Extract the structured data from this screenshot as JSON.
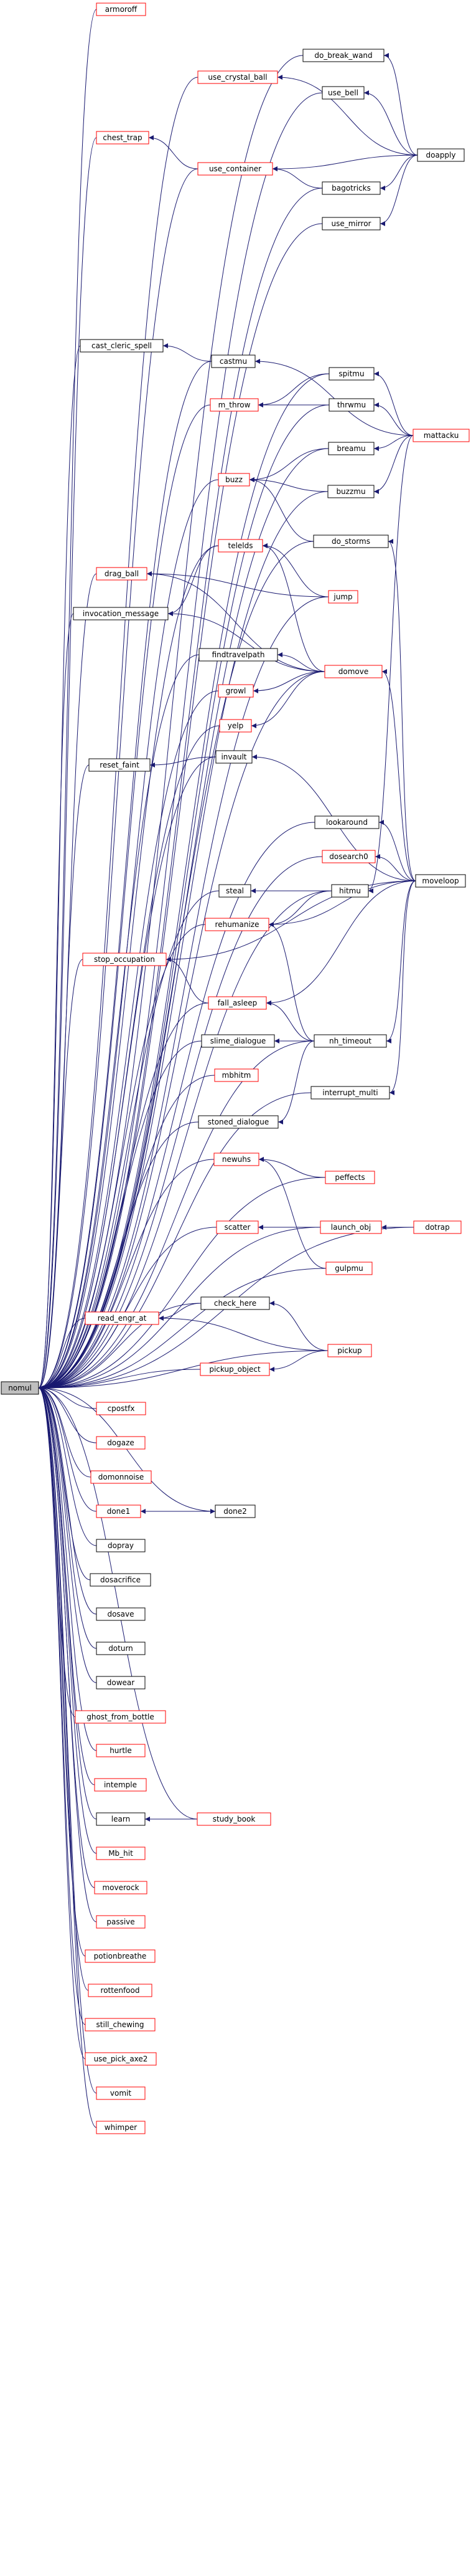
{
  "graph": {
    "root": "nomul",
    "colors": {
      "edge": "#191970",
      "black_node": "#000000",
      "red_node": "#ff0000",
      "root_fill": "#bfbfbf"
    },
    "nodes": [
      {
        "id": "nomul",
        "label": "nomul",
        "color": "black"
      },
      {
        "id": "armoroff",
        "label": "armoroff",
        "color": "red"
      },
      {
        "id": "do_break_wand",
        "label": "do_break_wand",
        "color": "black"
      },
      {
        "id": "use_bell",
        "label": "use_bell",
        "color": "black"
      },
      {
        "id": "use_crystal_ball",
        "label": "use_crystal_ball",
        "color": "red"
      },
      {
        "id": "doapply",
        "label": "doapply",
        "color": "black"
      },
      {
        "id": "chest_trap",
        "label": "chest_trap",
        "color": "red"
      },
      {
        "id": "use_container",
        "label": "use_container",
        "color": "red"
      },
      {
        "id": "bagotricks",
        "label": "bagotricks",
        "color": "black"
      },
      {
        "id": "use_mirror",
        "label": "use_mirror",
        "color": "black"
      },
      {
        "id": "cast_cleric_spell",
        "label": "cast_cleric_spell",
        "color": "black"
      },
      {
        "id": "castmu",
        "label": "castmu",
        "color": "black"
      },
      {
        "id": "spitmu",
        "label": "spitmu",
        "color": "black"
      },
      {
        "id": "m_throw",
        "label": "m_throw",
        "color": "red"
      },
      {
        "id": "thrwmu",
        "label": "thrwmu",
        "color": "black"
      },
      {
        "id": "mattacku",
        "label": "mattacku",
        "color": "red"
      },
      {
        "id": "breamu",
        "label": "breamu",
        "color": "black"
      },
      {
        "id": "buzz",
        "label": "buzz",
        "color": "red"
      },
      {
        "id": "buzzmu",
        "label": "buzzmu",
        "color": "black"
      },
      {
        "id": "do_storms",
        "label": "do_storms",
        "color": "black"
      },
      {
        "id": "drag_ball",
        "label": "drag_ball",
        "color": "red"
      },
      {
        "id": "telelds",
        "label": "telelds",
        "color": "red"
      },
      {
        "id": "jump",
        "label": "jump",
        "color": "red"
      },
      {
        "id": "invocation_message",
        "label": "invocation_message",
        "color": "black"
      },
      {
        "id": "findtravelpath",
        "label": "findtravelpath",
        "color": "black"
      },
      {
        "id": "domove",
        "label": "domove",
        "color": "red"
      },
      {
        "id": "growl",
        "label": "growl",
        "color": "red"
      },
      {
        "id": "yelp",
        "label": "yelp",
        "color": "red"
      },
      {
        "id": "reset_faint",
        "label": "reset_faint",
        "color": "black"
      },
      {
        "id": "invault",
        "label": "invault",
        "color": "black"
      },
      {
        "id": "lookaround",
        "label": "lookaround",
        "color": "black"
      },
      {
        "id": "dosearch0",
        "label": "dosearch0",
        "color": "red"
      },
      {
        "id": "steal",
        "label": "steal",
        "color": "black"
      },
      {
        "id": "hitmu",
        "label": "hitmu",
        "color": "black"
      },
      {
        "id": "moveloop",
        "label": "moveloop",
        "color": "black"
      },
      {
        "id": "rehumanize",
        "label": "rehumanize",
        "color": "red"
      },
      {
        "id": "stop_occupation",
        "label": "stop_occupation",
        "color": "red"
      },
      {
        "id": "fall_asleep",
        "label": "fall_asleep",
        "color": "red"
      },
      {
        "id": "slime_dialogue",
        "label": "slime_dialogue",
        "color": "black"
      },
      {
        "id": "nh_timeout",
        "label": "nh_timeout",
        "color": "black"
      },
      {
        "id": "mbhitm",
        "label": "mbhitm",
        "color": "red"
      },
      {
        "id": "interrupt_multi",
        "label": "interrupt_multi",
        "color": "black"
      },
      {
        "id": "stoned_dialogue",
        "label": "stoned_dialogue",
        "color": "black"
      },
      {
        "id": "newuhs",
        "label": "newuhs",
        "color": "red"
      },
      {
        "id": "peffects",
        "label": "peffects",
        "color": "red"
      },
      {
        "id": "scatter",
        "label": "scatter",
        "color": "red"
      },
      {
        "id": "launch_obj",
        "label": "launch_obj",
        "color": "red"
      },
      {
        "id": "dotrap",
        "label": "dotrap",
        "color": "red"
      },
      {
        "id": "gulpmu",
        "label": "gulpmu",
        "color": "red"
      },
      {
        "id": "check_here",
        "label": "check_here",
        "color": "black"
      },
      {
        "id": "read_engr_at",
        "label": "read_engr_at",
        "color": "red"
      },
      {
        "id": "pickup",
        "label": "pickup",
        "color": "red"
      },
      {
        "id": "pickup_object",
        "label": "pickup_object",
        "color": "red"
      },
      {
        "id": "cpostfx",
        "label": "cpostfx",
        "color": "red"
      },
      {
        "id": "dogaze",
        "label": "dogaze",
        "color": "red"
      },
      {
        "id": "domonnoise",
        "label": "domonnoise",
        "color": "red"
      },
      {
        "id": "done1",
        "label": "done1",
        "color": "red"
      },
      {
        "id": "done2",
        "label": "done2",
        "color": "black"
      },
      {
        "id": "dopray",
        "label": "dopray",
        "color": "black"
      },
      {
        "id": "dosacrifice",
        "label": "dosacrifice",
        "color": "black"
      },
      {
        "id": "dosave",
        "label": "dosave",
        "color": "black"
      },
      {
        "id": "doturn",
        "label": "doturn",
        "color": "black"
      },
      {
        "id": "dowear",
        "label": "dowear",
        "color": "black"
      },
      {
        "id": "ghost_from_bottle",
        "label": "ghost_from_bottle",
        "color": "red"
      },
      {
        "id": "hurtle",
        "label": "hurtle",
        "color": "red"
      },
      {
        "id": "intemple",
        "label": "intemple",
        "color": "red"
      },
      {
        "id": "learn",
        "label": "learn",
        "color": "black"
      },
      {
        "id": "study_book",
        "label": "study_book",
        "color": "red"
      },
      {
        "id": "Mb_hit",
        "label": "Mb_hit",
        "color": "red"
      },
      {
        "id": "moverock",
        "label": "moverock",
        "color": "red"
      },
      {
        "id": "passive",
        "label": "passive",
        "color": "red"
      },
      {
        "id": "potionbreathe",
        "label": "potionbreathe",
        "color": "red"
      },
      {
        "id": "rottenfood",
        "label": "rottenfood",
        "color": "red"
      },
      {
        "id": "still_chewing",
        "label": "still_chewing",
        "color": "red"
      },
      {
        "id": "use_pick_axe2",
        "label": "use_pick_axe2",
        "color": "red"
      },
      {
        "id": "vomit",
        "label": "vomit",
        "color": "red"
      },
      {
        "id": "whimper",
        "label": "whimper",
        "color": "red"
      }
    ],
    "edges": [
      [
        "armoroff",
        "nomul"
      ],
      [
        "do_break_wand",
        "nomul"
      ],
      [
        "use_bell",
        "nomul"
      ],
      [
        "use_crystal_ball",
        "nomul"
      ],
      [
        "chest_trap",
        "nomul"
      ],
      [
        "use_container",
        "nomul"
      ],
      [
        "bagotricks",
        "nomul"
      ],
      [
        "use_mirror",
        "nomul"
      ],
      [
        "cast_cleric_spell",
        "nomul"
      ],
      [
        "castmu",
        "nomul"
      ],
      [
        "spitmu",
        "nomul"
      ],
      [
        "m_throw",
        "nomul"
      ],
      [
        "thrwmu",
        "nomul"
      ],
      [
        "breamu",
        "nomul"
      ],
      [
        "buzz",
        "nomul"
      ],
      [
        "buzzmu",
        "nomul"
      ],
      [
        "do_storms",
        "nomul"
      ],
      [
        "drag_ball",
        "nomul"
      ],
      [
        "telelds",
        "nomul"
      ],
      [
        "jump",
        "nomul"
      ],
      [
        "invocation_message",
        "nomul"
      ],
      [
        "findtravelpath",
        "nomul"
      ],
      [
        "domove",
        "nomul"
      ],
      [
        "growl",
        "nomul"
      ],
      [
        "yelp",
        "nomul"
      ],
      [
        "reset_faint",
        "nomul"
      ],
      [
        "invault",
        "nomul"
      ],
      [
        "lookaround",
        "nomul"
      ],
      [
        "dosearch0",
        "nomul"
      ],
      [
        "steal",
        "nomul"
      ],
      [
        "hitmu",
        "nomul"
      ],
      [
        "rehumanize",
        "nomul"
      ],
      [
        "stop_occupation",
        "nomul"
      ],
      [
        "fall_asleep",
        "nomul"
      ],
      [
        "slime_dialogue",
        "nomul"
      ],
      [
        "nh_timeout",
        "nomul"
      ],
      [
        "mbhitm",
        "nomul"
      ],
      [
        "interrupt_multi",
        "nomul"
      ],
      [
        "stoned_dialogue",
        "nomul"
      ],
      [
        "newuhs",
        "nomul"
      ],
      [
        "peffects",
        "nomul"
      ],
      [
        "scatter",
        "nomul"
      ],
      [
        "launch_obj",
        "nomul"
      ],
      [
        "gulpmu",
        "nomul"
      ],
      [
        "dotrap",
        "nomul"
      ],
      [
        "check_here",
        "nomul"
      ],
      [
        "read_engr_at",
        "nomul"
      ],
      [
        "pickup",
        "nomul"
      ],
      [
        "pickup_object",
        "nomul"
      ],
      [
        "cpostfx",
        "nomul"
      ],
      [
        "dogaze",
        "nomul"
      ],
      [
        "domonnoise",
        "nomul"
      ],
      [
        "done1",
        "nomul"
      ],
      [
        "done2",
        "nomul"
      ],
      [
        "dopray",
        "nomul"
      ],
      [
        "dosacrifice",
        "nomul"
      ],
      [
        "dosave",
        "nomul"
      ],
      [
        "doturn",
        "nomul"
      ],
      [
        "dowear",
        "nomul"
      ],
      [
        "ghost_from_bottle",
        "nomul"
      ],
      [
        "hurtle",
        "nomul"
      ],
      [
        "intemple",
        "nomul"
      ],
      [
        "learn",
        "nomul"
      ],
      [
        "study_book",
        "nomul"
      ],
      [
        "Mb_hit",
        "nomul"
      ],
      [
        "moverock",
        "nomul"
      ],
      [
        "passive",
        "nomul"
      ],
      [
        "potionbreathe",
        "nomul"
      ],
      [
        "rottenfood",
        "nomul"
      ],
      [
        "still_chewing",
        "nomul"
      ],
      [
        "use_pick_axe2",
        "nomul"
      ],
      [
        "vomit",
        "nomul"
      ],
      [
        "whimper",
        "nomul"
      ],
      [
        "doapply",
        "do_break_wand"
      ],
      [
        "doapply",
        "use_bell"
      ],
      [
        "doapply",
        "use_crystal_ball"
      ],
      [
        "doapply",
        "use_container"
      ],
      [
        "doapply",
        "bagotricks"
      ],
      [
        "doapply",
        "use_mirror"
      ],
      [
        "use_container",
        "chest_trap"
      ],
      [
        "bagotricks",
        "use_container"
      ],
      [
        "castmu",
        "cast_cleric_spell"
      ],
      [
        "mattacku",
        "castmu"
      ],
      [
        "mattacku",
        "spitmu"
      ],
      [
        "mattacku",
        "thrwmu"
      ],
      [
        "mattacku",
        "breamu"
      ],
      [
        "mattacku",
        "buzzmu"
      ],
      [
        "spitmu",
        "m_throw"
      ],
      [
        "thrwmu",
        "m_throw"
      ],
      [
        "breamu",
        "buzz"
      ],
      [
        "buzzmu",
        "buzz"
      ],
      [
        "do_storms",
        "buzz"
      ],
      [
        "moveloop",
        "do_storms"
      ],
      [
        "domove",
        "drag_ball"
      ],
      [
        "jump",
        "drag_ball"
      ],
      [
        "jump",
        "telelds"
      ],
      [
        "domove",
        "telelds"
      ],
      [
        "telelds",
        "invocation_message"
      ],
      [
        "domove",
        "invocation_message"
      ],
      [
        "domove",
        "findtravelpath"
      ],
      [
        "domove",
        "growl"
      ],
      [
        "domove",
        "yelp"
      ],
      [
        "moveloop",
        "domove"
      ],
      [
        "invault",
        "reset_faint"
      ],
      [
        "moveloop",
        "invault"
      ],
      [
        "moveloop",
        "lookaround"
      ],
      [
        "moveloop",
        "dosearch0"
      ],
      [
        "hitmu",
        "steal"
      ],
      [
        "mattacku",
        "hitmu"
      ],
      [
        "moveloop",
        "rehumanize"
      ],
      [
        "hitmu",
        "rehumanize"
      ],
      [
        "nh_timeout",
        "rehumanize"
      ],
      [
        "moveloop",
        "stop_occupation"
      ],
      [
        "fall_asleep",
        "stop_occupation"
      ],
      [
        "nh_timeout",
        "fall_asleep"
      ],
      [
        "moveloop",
        "fall_asleep"
      ],
      [
        "nh_timeout",
        "slime_dialogue"
      ],
      [
        "moveloop",
        "nh_timeout"
      ],
      [
        "moveloop",
        "interrupt_multi"
      ],
      [
        "nh_timeout",
        "stoned_dialogue"
      ],
      [
        "peffects",
        "newuhs"
      ],
      [
        "launch_obj",
        "scatter"
      ],
      [
        "dotrap",
        "launch_obj"
      ],
      [
        "gulpmu",
        "newuhs"
      ],
      [
        "pickup",
        "check_here"
      ],
      [
        "pickup",
        "read_engr_at"
      ],
      [
        "check_here",
        "read_engr_at"
      ],
      [
        "pickup",
        "pickup_object"
      ],
      [
        "done2",
        "done1"
      ],
      [
        "done1",
        "done2"
      ],
      [
        "study_book",
        "learn"
      ]
    ]
  }
}
